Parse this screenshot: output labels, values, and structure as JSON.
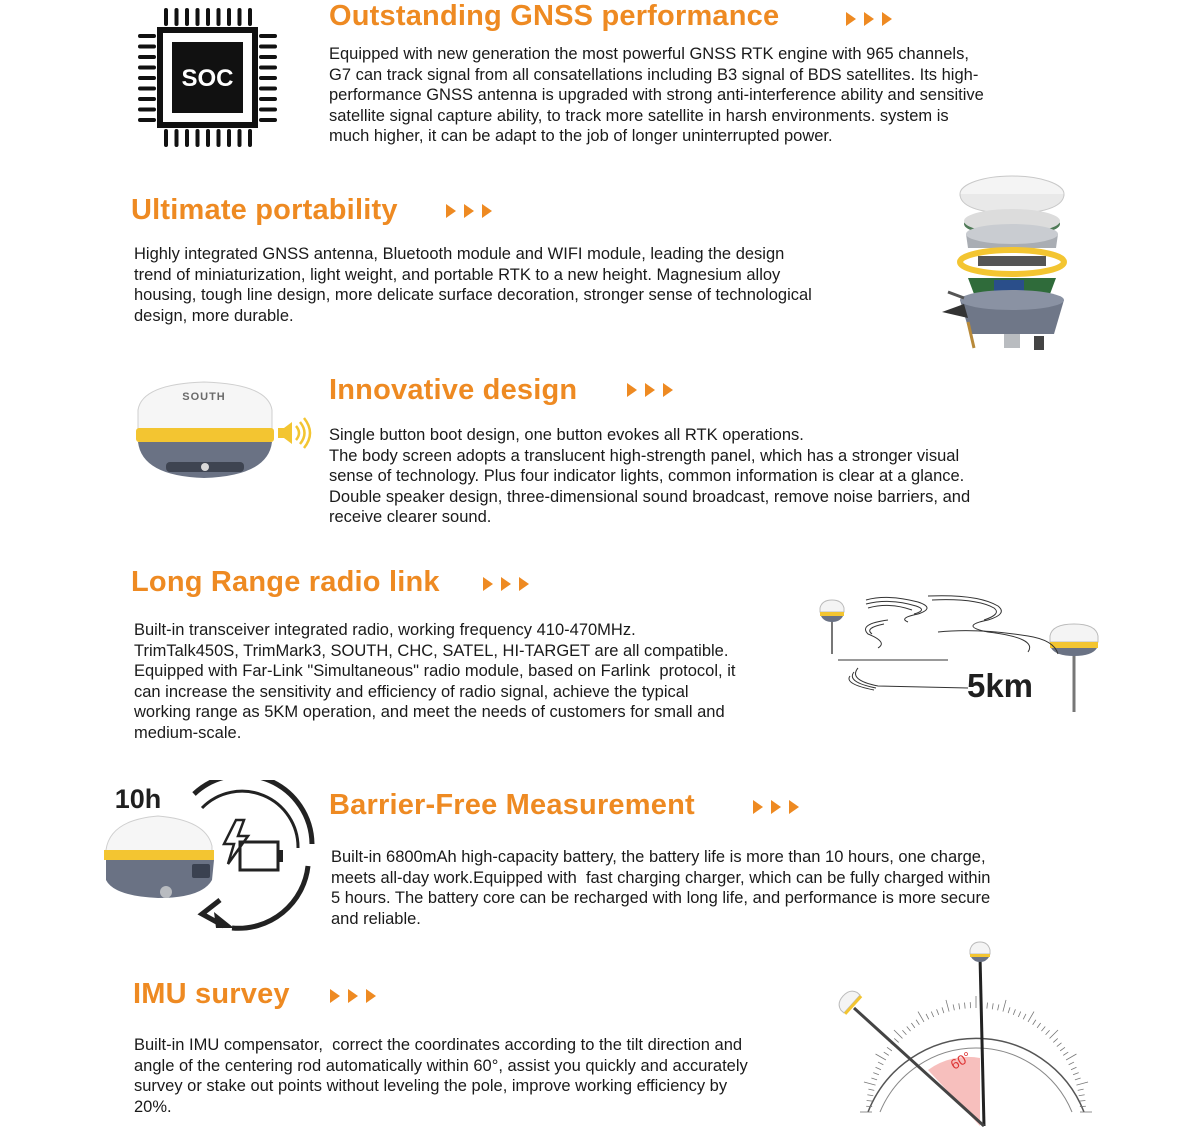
{
  "colors": {
    "accent": "#ee8a22",
    "text": "#1a1a1a",
    "device_yellow": "#f3c531",
    "device_gray": "#6f7788"
  },
  "sections": [
    {
      "title": "Outstanding GNSS performance",
      "lines": [
        "Equipped with new generation the most powerful GNSS RTK engine with 965 channels,",
        "G7 can track signal from all consatellations including B3 signal of BDS satellites. Its high-",
        "performance GNSS antenna is upgraded with strong anti-interference ability and sensitive",
        "satellite signal capture ability, to track more satellite in harsh environments. system is",
        "much higher, it can be adapt to the job of longer uninterrupted power."
      ],
      "icon": "soc-chip-icon",
      "icon_text": "SOC"
    },
    {
      "title": "Ultimate portability",
      "lines": [
        "Highly integrated GNSS antenna, Bluetooth module and WIFI module, leading the design",
        "trend of miniaturization, light weight, and portable RTK to a new height. Magnesium alloy",
        "housing, tough line design, more delicate surface decoration, stronger sense of technological",
        "design, more durable."
      ],
      "icon": "exploded-receiver-icon"
    },
    {
      "title": "Innovative design",
      "lines": [
        "Single button boot design, one button evokes all RTK operations.",
        "The body screen adopts a translucent high-strength panel, which has a stronger visual",
        "sense of technology. Plus four indicator lights, common information is clear at a glance.",
        "Double speaker design, three-dimensional sound broadcast, remove noise barriers, and",
        "receive clearer sound."
      ],
      "icon": "receiver-speaker-icon",
      "icon_text": "SOUTH"
    },
    {
      "title": "Long Range radio link",
      "lines": [
        "Built-in transceiver integrated radio, working frequency 410-470MHz.",
        "TrimTalk450S, TrimMark3, SOUTH, CHC, SATEL, HI-TARGET are all compatible.",
        "Equipped with Far-Link \"Simultaneous\" radio module, based on Farlink  protocol, it",
        "can increase the sensitivity and efficiency of radio signal, achieve the typical",
        "working range as 5KM operation, and meet the needs of customers for small and",
        "medium-scale."
      ],
      "icon": "radio-link-icon",
      "icon_text": "5km"
    },
    {
      "title": "Barrier-Free Measurement",
      "lines": [
        "Built-in 6800mAh high-capacity battery, the battery life is more than 10 hours, one charge,",
        "meets all-day work.Equipped with  fast charging charger, which can be fully charged within",
        "5 hours. The battery core can be recharged with long life, and performance is more secure",
        "and reliable."
      ],
      "icon": "battery-charge-icon",
      "icon_text": "10h"
    },
    {
      "title": "IMU survey",
      "lines": [
        "Built-in IMU compensator,  correct the coordinates according to the tilt direction and",
        "angle of the centering rod automatically within 60°, assist you quickly and accurately",
        "survey or stake out points without leveling the pole, improve working efficiency by",
        "20%."
      ],
      "icon": "imu-tilt-icon",
      "icon_text": "60°"
    }
  ]
}
